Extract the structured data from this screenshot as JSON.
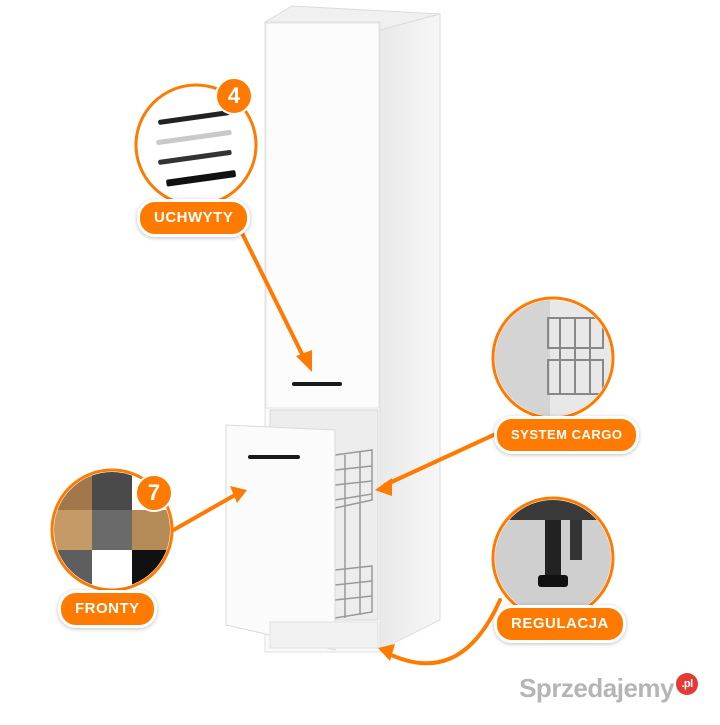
{
  "labels": {
    "handles": "UCHWYTY",
    "system_cargo": "SYSTEM CARGO",
    "fronts": "FRONTY",
    "adjustment": "REGULACJA"
  },
  "badges": {
    "handles_count": "4",
    "fronts_count": "7"
  },
  "watermark": {
    "text": "Sprzedajemy",
    "suffix": ".pl"
  },
  "colors": {
    "accent": "#ff7a00",
    "cabinet": "#f7f7f7",
    "handle": "#1a1a1a"
  }
}
